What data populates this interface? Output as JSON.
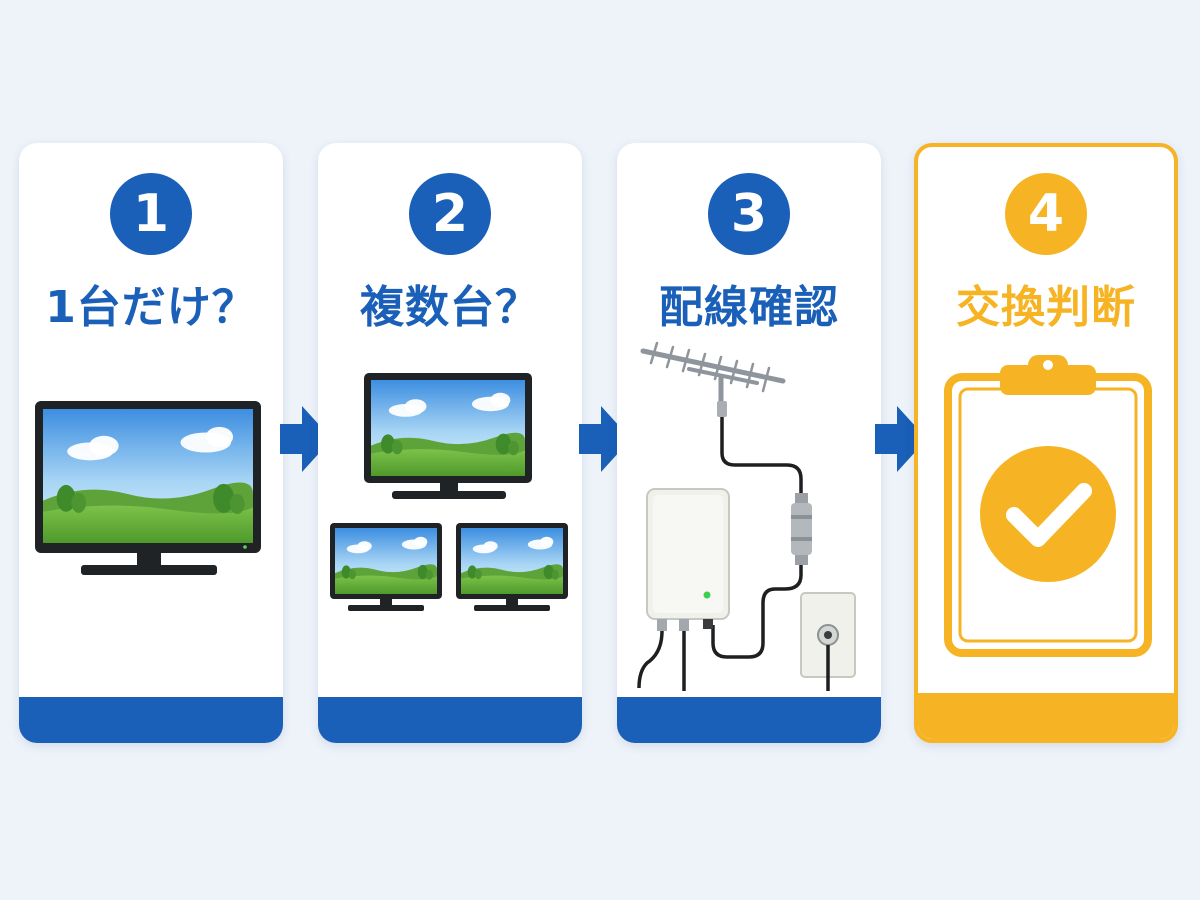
{
  "steps": [
    {
      "number": "1",
      "title": "1台だけ？"
    },
    {
      "number": "2",
      "title": "複数台？"
    },
    {
      "number": "3",
      "title": "配線確認"
    },
    {
      "number": "4",
      "title": "交換判断"
    }
  ],
  "colors": {
    "primary": "#1a5fb8",
    "accent": "#f6b425",
    "background": "#eef3fa",
    "card": "#ffffff"
  }
}
